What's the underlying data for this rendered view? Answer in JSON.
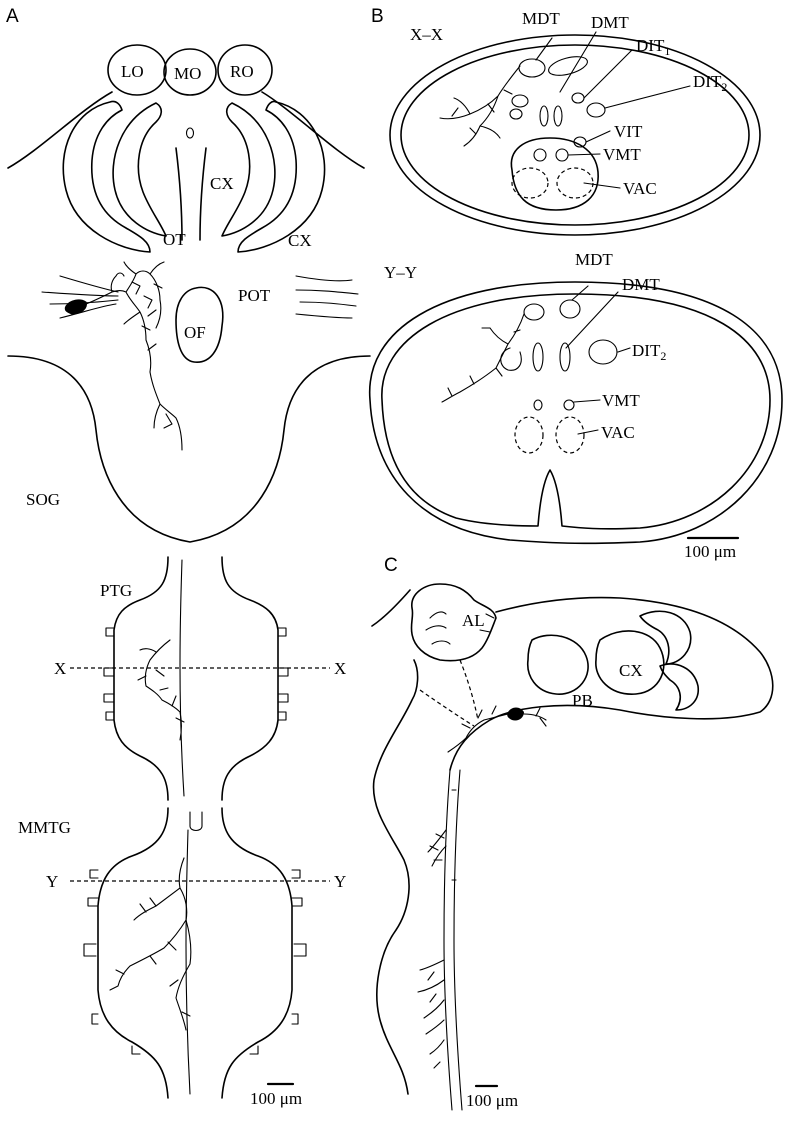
{
  "panels": {
    "a": "A",
    "b": "B",
    "c": "C"
  },
  "panel_a": {
    "lo": "LO",
    "mo": "MO",
    "ro": "RO",
    "cx_inner": "CX",
    "cx_outer": "CX",
    "ot": "OT",
    "pot": "POT",
    "of": "OF",
    "sog": "SOG",
    "ptg": "PTG",
    "x_left": "X",
    "x_right": "X",
    "mmtg": "MMTG",
    "y_left": "Y",
    "y_right": "Y",
    "scale": "100 μm"
  },
  "panel_b": {
    "section_x": "X–X",
    "section_y": "Y–Y",
    "x_labels": {
      "mdt": "MDT",
      "dmt": "DMT",
      "dit1": "DIT",
      "dit1_sub": "1",
      "dit2": "DIT",
      "dit2_sub": "2",
      "vit": "VIT",
      "vmt": "VMT",
      "vac": "VAC"
    },
    "y_labels": {
      "mdt": "MDT",
      "dmt": "DMT",
      "dit2": "DIT",
      "dit2_sub": "2",
      "vmt": "VMT",
      "vac": "VAC"
    },
    "scale": "100 μm"
  },
  "panel_c": {
    "al": "AL",
    "cx": "CX",
    "pb": "PB",
    "scale": "100 μm"
  }
}
